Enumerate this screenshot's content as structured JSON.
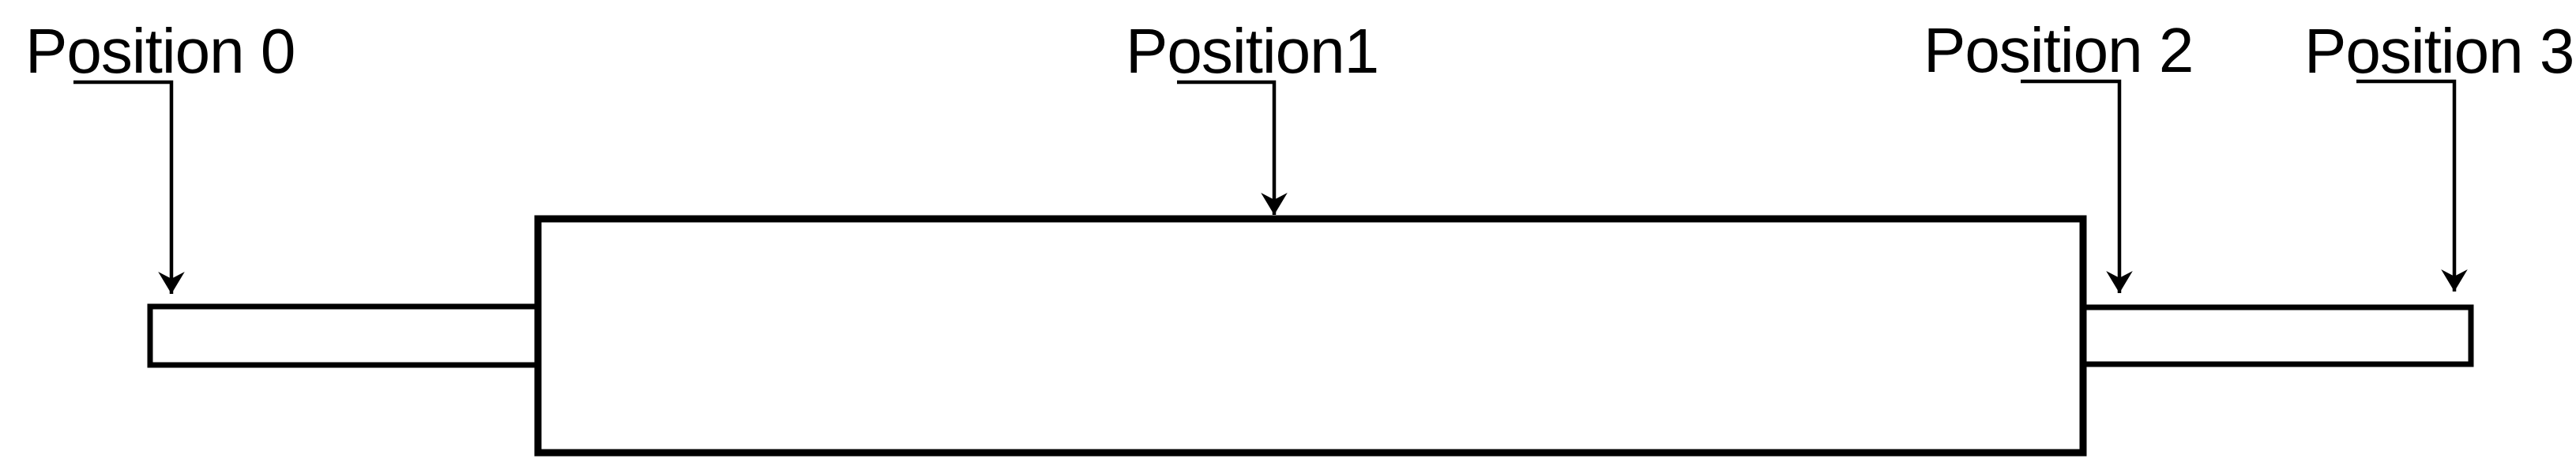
{
  "diagram": {
    "description": "Schematic of a roller/shaft: a long rectangular body with a thin shaft protruding from each end, annotated with four labeled position arrows",
    "labels": {
      "position0": "Position 0",
      "position1": "Position1",
      "position2": "Position 2",
      "position3": "Position 3"
    },
    "colors": {
      "line": "#000000",
      "fill": "#ffffff",
      "background": "#ffffff"
    }
  }
}
